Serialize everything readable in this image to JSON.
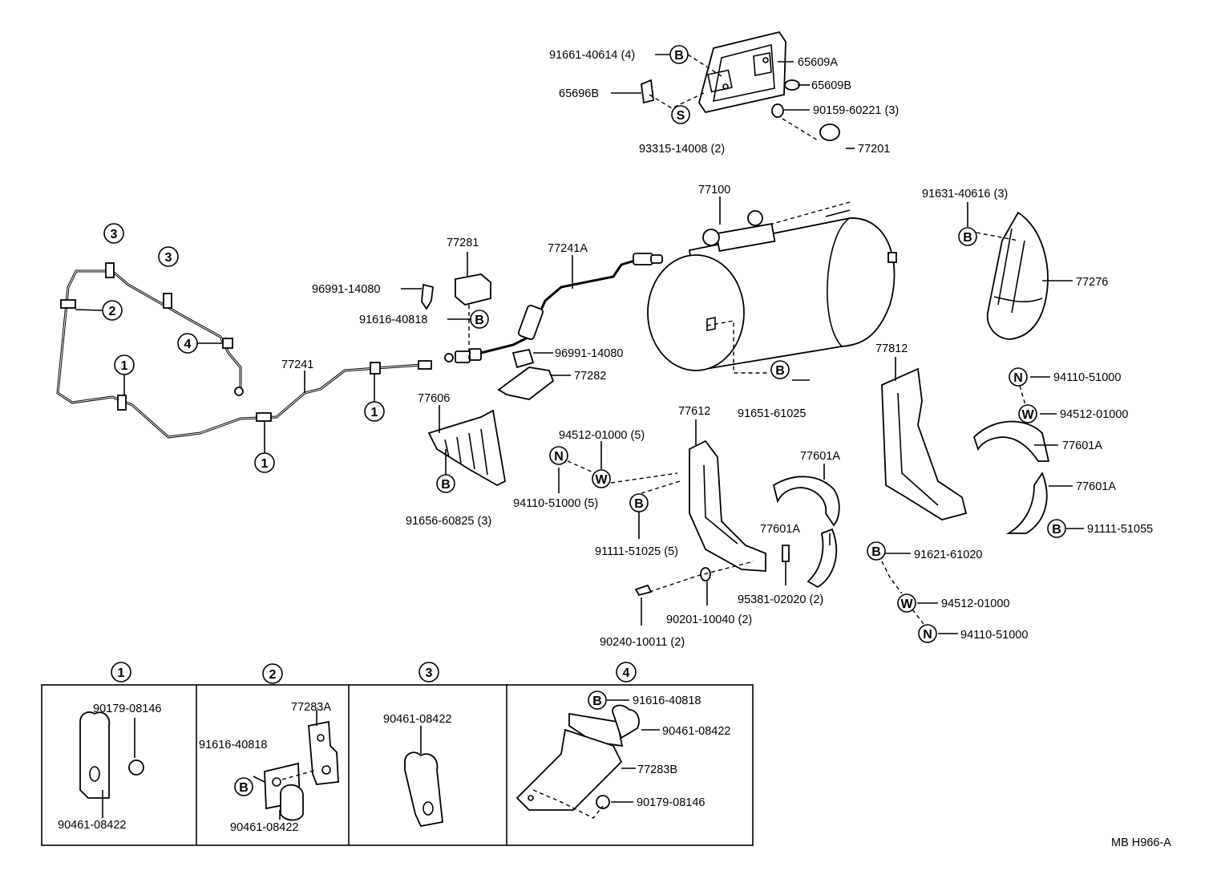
{
  "labels": {
    "l91661": "91661-40614 (4)",
    "l65609A": "65609A",
    "l65696B": "65696B",
    "l65609B": "65609B",
    "l90159": "90159-60221 (3)",
    "l93315": "93315-14008 (2)",
    "l77201": "77201",
    "l77100": "77100",
    "l91631": "91631-40616 (3)",
    "l77276": "77276",
    "l77281": "77281",
    "l77241A": "77241A",
    "l96991a": "96991-14080",
    "l91616a": "91616-40818",
    "l77241": "77241",
    "l96991b": "96991-14080",
    "l77282": "77282",
    "l77812": "77812",
    "l94110a": "94110-51000",
    "l94512a": "94512-01000",
    "l77606": "77606",
    "l77612": "77612",
    "l91651": "91651-61025",
    "l94512b": "94512-01000 (5)",
    "l94110b": "94110-51000 (5)",
    "l77601A1": "77601A",
    "l77601A2": "77601A",
    "l77601A3": "77601A",
    "l77601A4": "77601A",
    "l91656": "91656-60825 (3)",
    "l91111a": "91111-51025 (5)",
    "l91111b": "91111-51055",
    "l91621": "91621-61020",
    "l95381": "95381-02020 (2)",
    "l90201": "90201-10040 (2)",
    "l94512c": "94512-01000",
    "l90240": "90240-10011 (2)",
    "l94110c": "94110-51000",
    "d1_90179": "90179-08146",
    "d1_90461": "90461-08422",
    "d2_77283A": "77283A",
    "d2_91616": "91616-40818",
    "d2_90461": "90461-08422",
    "d3_90461": "90461-08422",
    "d4_91616": "91616-40818",
    "d4_90461": "90461-08422",
    "d4_77283B": "77283B",
    "d4_90179": "90179-08146",
    "code": "MB H966-A"
  },
  "symbols": {
    "bolt": "B",
    "screw": "S",
    "nut": "N",
    "washer": "W",
    "ref1": "1",
    "ref2": "2",
    "ref3": "3",
    "ref4": "4"
  }
}
